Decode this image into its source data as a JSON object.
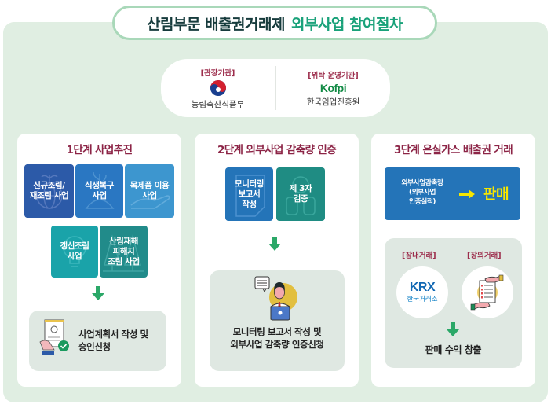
{
  "title": {
    "part1": "산림부문 배출권거래제",
    "part2": "외부사업 참여절차"
  },
  "colors": {
    "title_dark": "#163b3c",
    "title_green": "#1aa27a",
    "stage_title": "#8c2446",
    "panel_bg": "#e0eee2",
    "arrow_green": "#2ba868",
    "sale_yellow": "#f6e600"
  },
  "organizations": [
    {
      "tag": "[관장기관]",
      "name": "농림축산식품부",
      "logo": "taegeuk-emblem-icon"
    },
    {
      "tag": "[위탁 운영기관]",
      "name": "한국임업진흥원",
      "logo_text": "Kofpi"
    }
  ],
  "stages": [
    {
      "title": "1단계 사업추진",
      "tiles": [
        {
          "label": "신규조림/\n재조림 사업",
          "icon": "globe-sprout-icon",
          "color": "#2c5aa8"
        },
        {
          "label": "식생복구\n사업",
          "icon": "soil-sprout-icon",
          "color": "#2a77c2"
        },
        {
          "label": "목제품 이용\n사업",
          "icon": "hand-leaf-icon",
          "color": "#3d96cf"
        },
        {
          "label": "갱신조림\n사업",
          "icon": "lightbulb-icon",
          "color": "#1aa3a9"
        },
        {
          "label": "산림재해\n피해지\n조림 사업",
          "icon": "trees-icon",
          "color": "#218b8a"
        }
      ],
      "result": "사업계획서 작성 및\n승인신청",
      "result_icon": "document-approval-icon"
    },
    {
      "title": "2단계 외부사업 감축량 인증",
      "tiles": [
        {
          "label": "모니터링\n보고서\n작성",
          "icon": "document-icon",
          "color": "#2474b8"
        },
        {
          "label": "제 3자\n검증",
          "icon": "binoculars-icon",
          "color": "#1f8c83"
        }
      ],
      "result": "모니터링 보고서 작성 및\n외부사업 감축량 인증신청",
      "result_icon": "person-laptop-icon"
    },
    {
      "title": "3단계 온실가스 배출권 거래",
      "sale": {
        "source": "외부사업감축량\n(외부사업\n인증실적)",
        "target": "판매"
      },
      "markets": [
        {
          "tag": "[장내거래]",
          "logo_text": "KRX",
          "name": "한국거래소"
        },
        {
          "tag": "[장외거래]",
          "icon": "handshake-contract-icon"
        }
      ],
      "result": "판매 수익 창출"
    }
  ]
}
